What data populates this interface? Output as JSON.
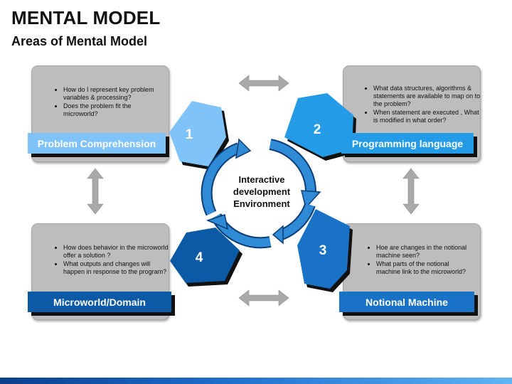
{
  "title": "MENTAL MODEL",
  "subtitle": "Areas of Mental Model",
  "center": {
    "lines": [
      "Interactive",
      "development",
      "Environment"
    ]
  },
  "areas": [
    {
      "number": "1",
      "label": "Problem Comprehension",
      "bullets": [
        "How do I represent key problem variables & processing?",
        "Does the problem fit the microworld?"
      ],
      "color": "#80c3f9"
    },
    {
      "number": "2",
      "label": "Programming language",
      "bullets": [
        "What data structures, algorithms & statements are available to map on to the problem?",
        "When statement are executed , What is modified in what order?"
      ],
      "color": "#239be6"
    },
    {
      "number": "3",
      "label": "Notional Machine",
      "bullets": [
        "Hoe are changes in the notional machine seen?",
        "What parts of the notional machine link to the microworld?"
      ],
      "color": "#1a72c7"
    },
    {
      "number": "4",
      "label": "Microworld/Domain",
      "bullets": [
        "How does behavior in the microworld offer a solution ?",
        "What outputs and changes will happen in response to the program?"
      ],
      "color": "#0c5aa6"
    }
  ],
  "colors": {
    "arrow_gray": "#a9a9a9",
    "circle_arrow": "#2f8bd6",
    "footer_dark": "#0a3f8c",
    "footer_light": "#5fb5f5"
  }
}
